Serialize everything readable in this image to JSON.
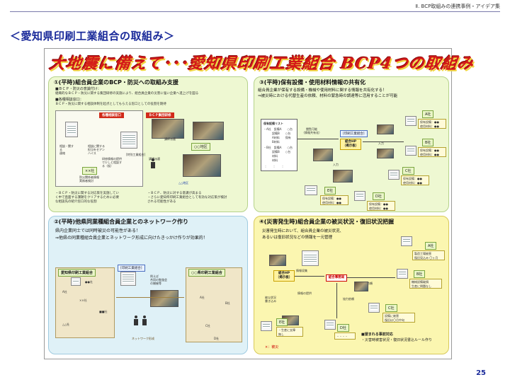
{
  "header": {
    "section": "Ⅱ. BCP取組みの連携事例・アイデア集",
    "page_number": "25"
  },
  "title": "＜愛知県印刷工業組合の取組み＞",
  "banner": "大地震に備えて･･･愛知県印刷工業組合 BCP4つの取組み",
  "q1": {
    "title": "①(平時)組合員企業のBCP・防災への取組み支援",
    "line1": "■ＢＣＰ・防災の意識付け：",
    "line2": "組織的なＢＣＰ・防災に関する集団研修の実施により、組合員企業の災害に強い企業へ進上げを図る",
    "line3": "■各種相談窓口：",
    "line4": "ＢＣＰ・防災に関する相談体制を起点としてもらえる窓口としての役割を期待",
    "label_desk": "各種相談窓口",
    "label_training": "ＢＣＰ集団研修",
    "label_company": "××社",
    "label_oo": "○○地区",
    "label_aa": "△△地区",
    "note_desk": "相談に関する\n担当をセアン\nハイス",
    "note_call": "相談・関す\nる\n連絡",
    "note_exchange": "研修情報の提供\nで少しと相談す\nる（仮）",
    "note_bcp": "[特別工業組合]",
    "note_sub": "防災関係者情報\n実務者検討",
    "note_move": "講師派遣",
    "note_training": "講師派遣",
    "bottom_left": "・ＢＣＰ・防災に関する対応策を実施してい\nく中で直面する課題をクリアするために必要\nな相談先の紹介窓口的な役割",
    "bottom_right": "・ＢＣＰ、防災に対する意識が高まる\n・さらに愛知県印刷工業組合として有効な対応策が検討\nされる可能性がある"
  },
  "q3": {
    "title": "③(平時)保有設備・使用材料情報の共有化",
    "line1": "組合員企業が保有する設備・機械や使用材料に関する情報を共有化する！",
    "line2": "⇒被災時における代替生産の依頼、材料の緊急時の調達等に活用することが可能",
    "list_title": "保有設備リスト",
    "list_rows": [
      "・A社　設備A　　○台",
      "　　　設備B　　○台",
      "　　　A材料　　保有",
      "　　　B材料",
      "・B社　設備A　　○台",
      "　　　設備B　　○台",
      "　　　材料",
      "　　　材料"
    ],
    "dots": "：　　：　　：",
    "note_share": "閲覧可能\n（情報共有化）",
    "tag_union": "[印刷工業組合]",
    "hp": "組合HP\n（掲示板）",
    "companies": [
      {
        "name": "A社",
        "lines": [
          "保有設備：●●",
          "使用材料：●●"
        ]
      },
      {
        "name": "B社",
        "lines": [
          "保有設備：●●",
          "使用材料：●●"
        ]
      },
      {
        "name": "C社",
        "lines": [
          "保有設備：●●",
          "使用材料：●●"
        ]
      },
      {
        "name": "D社",
        "lines": [
          "保有設備：●●",
          "使用材料：●●"
        ]
      },
      {
        "name": "E社",
        "lines": [
          "保有設備：●●",
          "使用材料：●●"
        ]
      }
    ],
    "input_label": "入力"
  },
  "q2": {
    "title": "②(平時)他県同業種組合員企業とのネットワーク作り",
    "line1": "県内企業同士では同時被災の可能性がある！",
    "line2": "⇒他県の同業種組合員企業とネットワーク形成に向けたきっかけ作りが効果的！",
    "label_aichi": "愛知県印刷工業組合",
    "label_oo": "○○県印刷工業組合",
    "label_center": "[印刷工業組合]",
    "center_note": "例えば\n合同の勉強会\nの開催等",
    "network": "ネットワーク形成",
    "companies_left": [
      "A社",
      "●●社",
      "××社",
      "■■社",
      "△△社"
    ],
    "companies_right": [
      "A社",
      "B社",
      "C社",
      "D社"
    ]
  },
  "q4": {
    "title": "④(災害発生時)組合員企業の被災状況・復旧状況把握",
    "line1": "災害発生時において、組合員企業の被災状況、",
    "line2": "あるいは復旧状況などの情報を一元管理",
    "hp": "組合HP\n（掲示板）",
    "hq": "組合事務局",
    "note_info": "情報収集",
    "note_send": "情報の提供",
    "note_post": "被災状況\n書き込み",
    "note_ask": "協力依頼",
    "note_request": "依頼",
    "companies": [
      {
        "name": "A社",
        "lines": [
          "製造工場被害",
          "復旧見込み 〇ヶ月"
        ]
      },
      {
        "name": "B社",
        "lines": [
          "機械設備破損",
          "生産に問題なし"
        ]
      },
      {
        "name": "C社",
        "lines": [
          "設備に被害",
          "復旧は〇月中旬"
        ]
      },
      {
        "name": "D社",
        "lines": [
          "・・・・"
        ]
      },
      {
        "name": "E社",
        "lines": [
          "・生産に支障",
          "無し"
        ]
      }
    ],
    "expected_title": "■望まれる事前対応",
    "expected_line": "・災害時被害状況・復旧状況書込ルール作り",
    "bottom_tag": "×：被災"
  }
}
